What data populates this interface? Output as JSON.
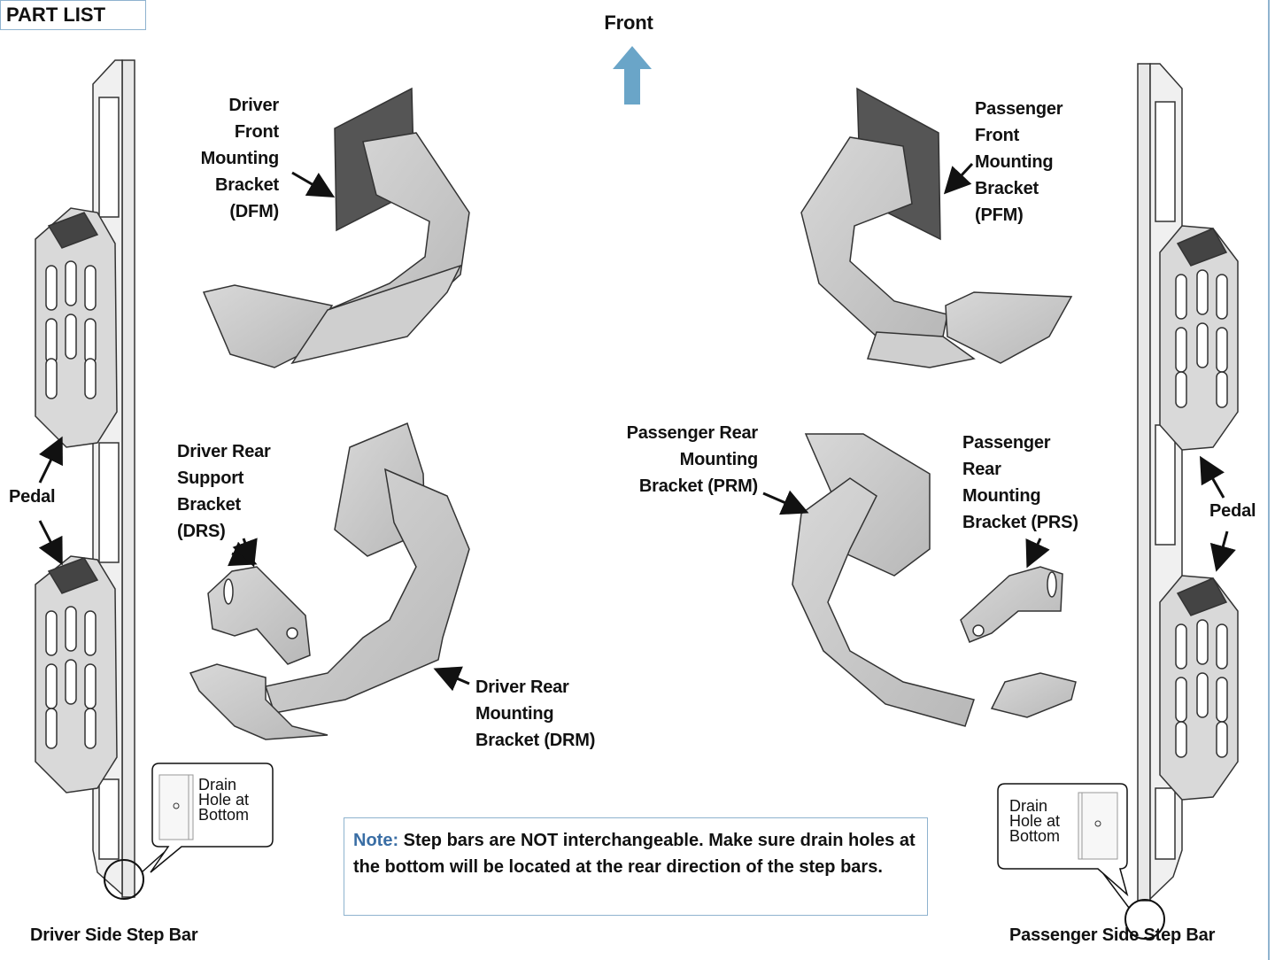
{
  "header": {
    "part_list": "PART LIST"
  },
  "direction": {
    "front_label": "Front",
    "arrow_color": "#6aa5c8"
  },
  "labels": {
    "dfm": "Driver\nFront\nMounting\nBracket\n(DFM)",
    "pfm": "Passenger\nFront\nMounting\nBracket\n(PFM)",
    "drs": "Driver Rear\nSupport\nBracket\n(DRS)",
    "drm": "Driver Rear\nMounting\nBracket (DRM)",
    "prm": "Passenger Rear\nMounting\nBracket (PRM)",
    "prs": "Passenger\nRear\n Mounting\nBracket (PRS)",
    "pedal_left": "Pedal",
    "pedal_right": "Pedal",
    "driver_step_bar": "Driver Side Step Bar",
    "passenger_step_bar": "Passenger Side Step Bar"
  },
  "callouts": {
    "left": "Drain\nHole at\nBottom",
    "right": "Drain\nHole at\nBottom"
  },
  "note": {
    "prefix": "Note:",
    "text": " Step bars are NOT interchangeable. Make sure drain holes at the bottom will be located at the rear direction of the step bars."
  },
  "colors": {
    "frame": "#8fb3cf",
    "metal": "#c9c9c9",
    "metal_dark": "#4a4a4a"
  }
}
